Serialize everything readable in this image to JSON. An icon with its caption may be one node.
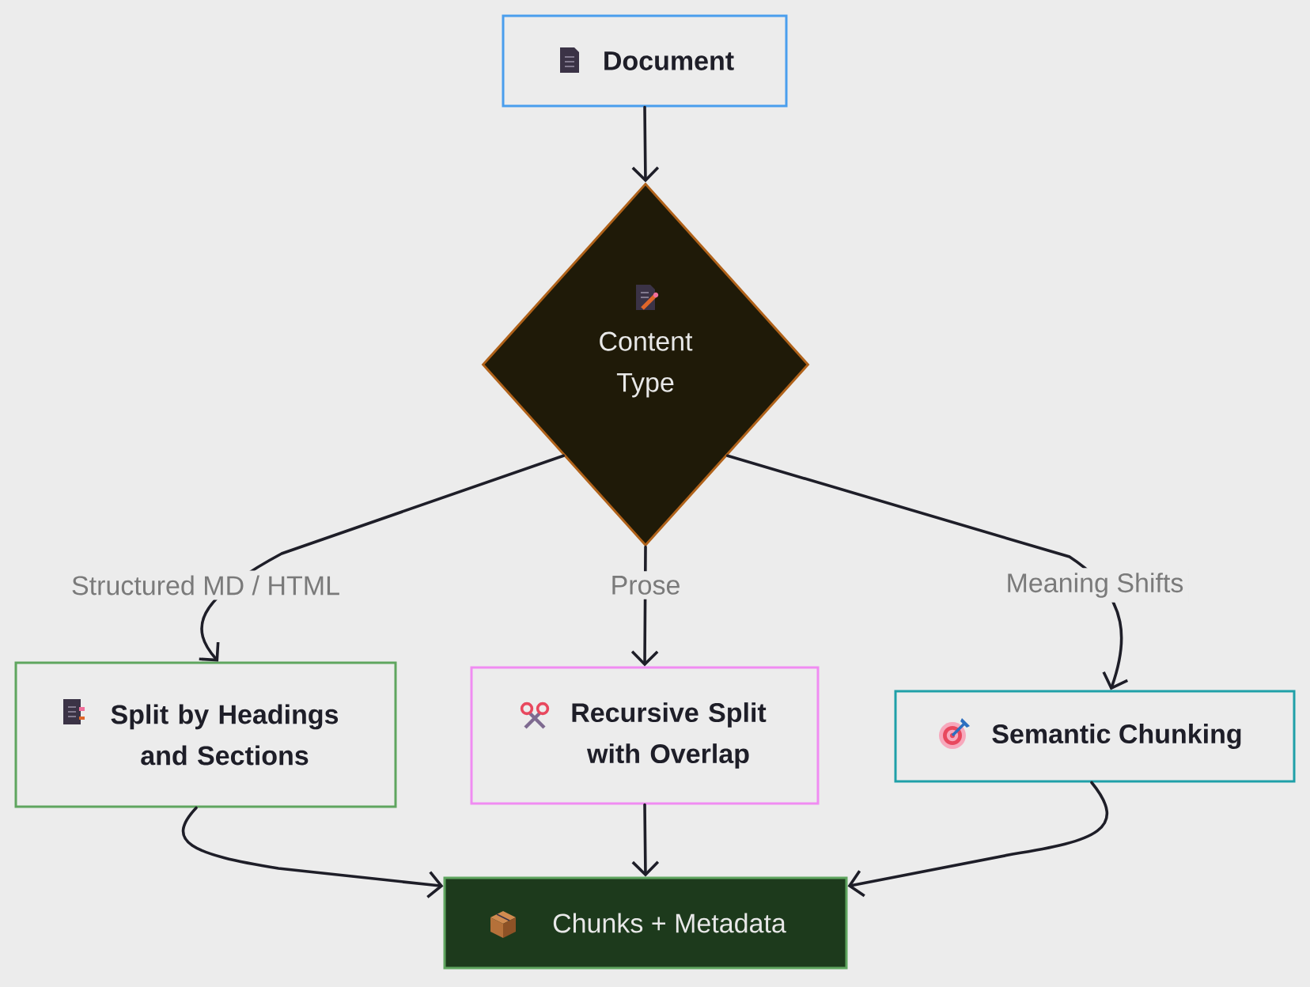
{
  "diagram": {
    "nodes": [
      {
        "text": [
          "Document"
        ]
      },
      {
        "text": [
          "Content Type"
        ]
      },
      {
        "text": [
          "Split by Headings and Sections"
        ]
      },
      {
        "text": [
          "Recursive Split with Overlap"
        ]
      },
      {
        "text": [
          "Semantic Chunking"
        ]
      },
      {
        "text": [
          "Chunks + Metadata"
        ]
      }
    ],
    "edges": [
      {
        "from": 0,
        "to": 1,
        "arrow": "to"
      },
      {
        "from": 1,
        "to": 2,
        "arrow": "to",
        "label": "Structured MD / HTML"
      },
      {
        "from": 1,
        "to": 3,
        "arrow": "to",
        "label": "Prose"
      },
      {
        "from": 1,
        "to": 4,
        "arrow": "to",
        "label": "Meaning Shifts"
      },
      {
        "from": 2,
        "to": 5,
        "arrow": "to"
      },
      {
        "from": 3,
        "to": 5,
        "arrow": "to"
      },
      {
        "from": 4,
        "to": 5,
        "arrow": "to"
      }
    ]
  }
}
